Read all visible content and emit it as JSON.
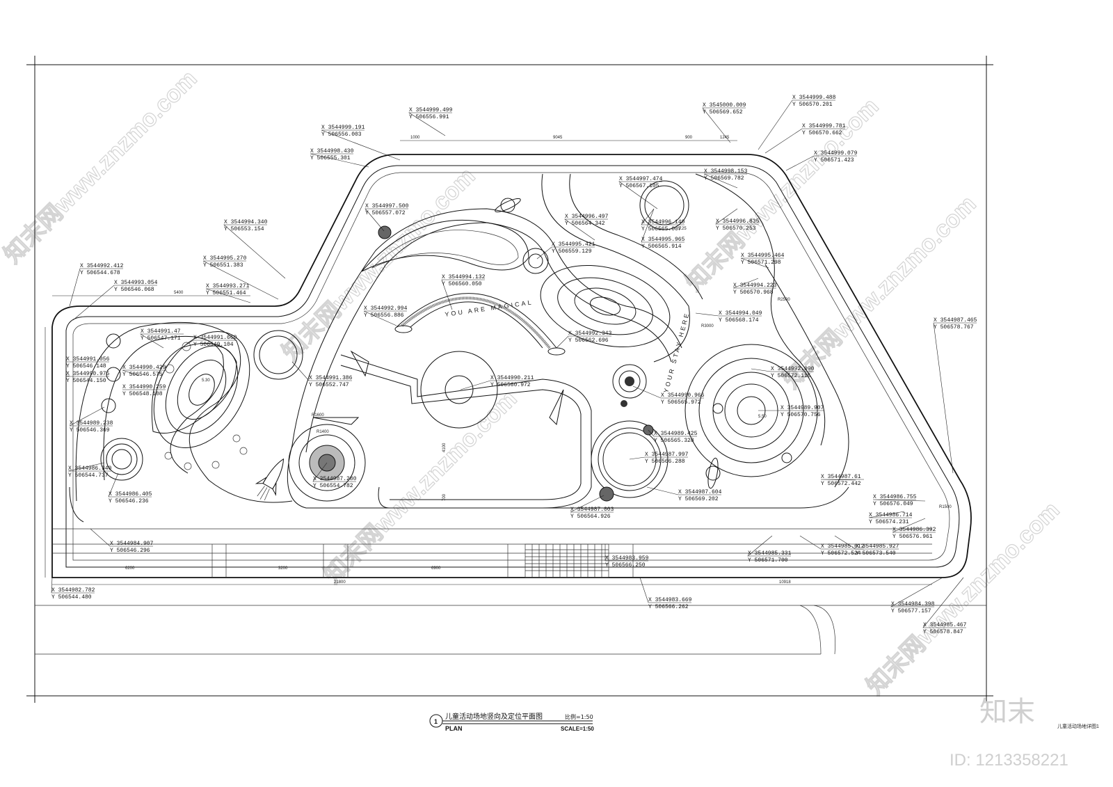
{
  "drawing": {
    "title_number": "1",
    "title_cn": "儿童活动场地竖向及定位平面图",
    "title_en": "PLAN",
    "scale_cn": "比例=1:50",
    "scale_en": "SCALE=1:50",
    "sheet_note": "儿童活动场地详图1",
    "logo_text": "知末",
    "id_text": "ID: 1213358221",
    "watermark_text": "知末网www.znzmo.com",
    "decor_text_1": "YOU ARE MAGICAL",
    "decor_text_2": "YOUR STAY HERE"
  },
  "coordinates": [
    {
      "x": "X 3544999.499",
      "y": "Y 506556.991"
    },
    {
      "x": "X 3544999.191",
      "y": "Y 506556.003"
    },
    {
      "x": "X 3544998.430",
      "y": "Y 506555.301"
    },
    {
      "x": "X 3544994.340",
      "y": "Y 506553.154"
    },
    {
      "x": "X 3544995.270",
      "y": "Y 506551.383"
    },
    {
      "x": "X 3544992.412",
      "y": "Y 506544.678"
    },
    {
      "x": "X 3544993.054",
      "y": "Y 506546.068"
    },
    {
      "x": "X 3544993.271",
      "y": "Y 506551.464"
    },
    {
      "x": "X 3544997.500",
      "y": "Y 506557.072"
    },
    {
      "x": "X 3544994.132",
      "y": "Y 506560.050"
    },
    {
      "x": "X 3544995.421",
      "y": "Y 506559.129"
    },
    {
      "x": "X 3544996.497",
      "y": "Y 506564.342"
    },
    {
      "x": "X 3544997.474",
      "y": "Y 506567.105"
    },
    {
      "x": "X 3544996.140",
      "y": "Y 506565.007"
    },
    {
      "x": "X 3544995.965",
      "y": "Y 506565.914"
    },
    {
      "x": "X 3545000.009",
      "y": "Y 506569.652"
    },
    {
      "x": "X 3544999.488",
      "y": "Y 506570.201"
    },
    {
      "x": "X 3544999.781",
      "y": "Y 506570.662"
    },
    {
      "x": "X 3544999.079",
      "y": "Y 506571.423"
    },
    {
      "x": "X 3544998.153",
      "y": "Y 506569.782"
    },
    {
      "x": "X 3544996.835",
      "y": "Y 506570.253"
    },
    {
      "x": "X 3544995.464",
      "y": "Y 506571.298"
    },
    {
      "x": "X 3544994.223",
      "y": "Y 506570.968"
    },
    {
      "x": "X 3544994.049",
      "y": "Y 506568.174"
    },
    {
      "x": "X 3544987.465",
      "y": "Y 506578.767"
    },
    {
      "x": "X 3544992.090",
      "y": "Y 506572.115"
    },
    {
      "x": "X 3544989.907",
      "y": "Y 506570.756"
    },
    {
      "x": "X 3544992.994",
      "y": "Y 506556.886"
    },
    {
      "x": "X 3544992.343",
      "y": "Y 506562.696"
    },
    {
      "x": "X 3544991.386",
      "y": "Y 506552.747"
    },
    {
      "x": "X 3544990.211",
      "y": "Y 506560.972"
    },
    {
      "x": "X 3544991.47",
      "y": "Y 506547.171"
    },
    {
      "x": "X 3544991.660",
      "y": "Y 506549.104"
    },
    {
      "x": "X 3544991.056",
      "y": "Y 506546.148"
    },
    {
      "x": "X 3544990.975",
      "y": "Y 506544.150"
    },
    {
      "x": "X 3544990.429",
      "y": "Y 506546.575"
    },
    {
      "x": "X 3544990.259",
      "y": "Y 506548.108"
    },
    {
      "x": "X 3544989.238",
      "y": "Y 506546.369"
    },
    {
      "x": "X 3544986.340",
      "y": "Y 506544.737"
    },
    {
      "x": "X 3544986.405",
      "y": "Y 506546.236"
    },
    {
      "x": "X 3544984.907",
      "y": "Y 506546.296"
    },
    {
      "x": "X 3544982.782",
      "y": "Y 506544.480"
    },
    {
      "x": "X 3544987.280",
      "y": "Y 506554.782"
    },
    {
      "x": "X 3544990.966",
      "y": "Y 506565.972"
    },
    {
      "x": "X 3544989.425",
      "y": "Y 506565.328"
    },
    {
      "x": "X 3544987.997",
      "y": "Y 506566.288"
    },
    {
      "x": "X 3544987.604",
      "y": "Y 506569.202"
    },
    {
      "x": "X 3544987.003",
      "y": "Y 506564.926"
    },
    {
      "x": "X 3544987.61",
      "y": "Y 506572.442"
    },
    {
      "x": "X 3544986.755",
      "y": "Y 506576.049"
    },
    {
      "x": "X 3544986.714",
      "y": "Y 506574.231"
    },
    {
      "x": "X 3544986.392",
      "y": "Y 506576.961"
    },
    {
      "x": "X 3544985.927",
      "y": "Y 506573.540"
    },
    {
      "x": "X 3544985.612",
      "y": "Y 506572.524"
    },
    {
      "x": "X 3544985.331",
      "y": "Y 506571.700"
    },
    {
      "x": "X 3544984.398",
      "y": "Y 506577.157"
    },
    {
      "x": "X 3544985.467",
      "y": "Y 506578.847"
    },
    {
      "x": "X 3544983.959",
      "y": "Y 506566.250"
    },
    {
      "x": "X 3544983.669",
      "y": "Y 506566.262"
    }
  ],
  "dimensions": [
    "1000",
    "9045",
    "900",
    "1245",
    "5400",
    "21800",
    "10918",
    "6200",
    "3200",
    "6900",
    "4100",
    "700",
    "5.50",
    "5.25",
    "5.30",
    "R3000",
    "R2500",
    "R1400",
    "R1500",
    "R1600"
  ]
}
